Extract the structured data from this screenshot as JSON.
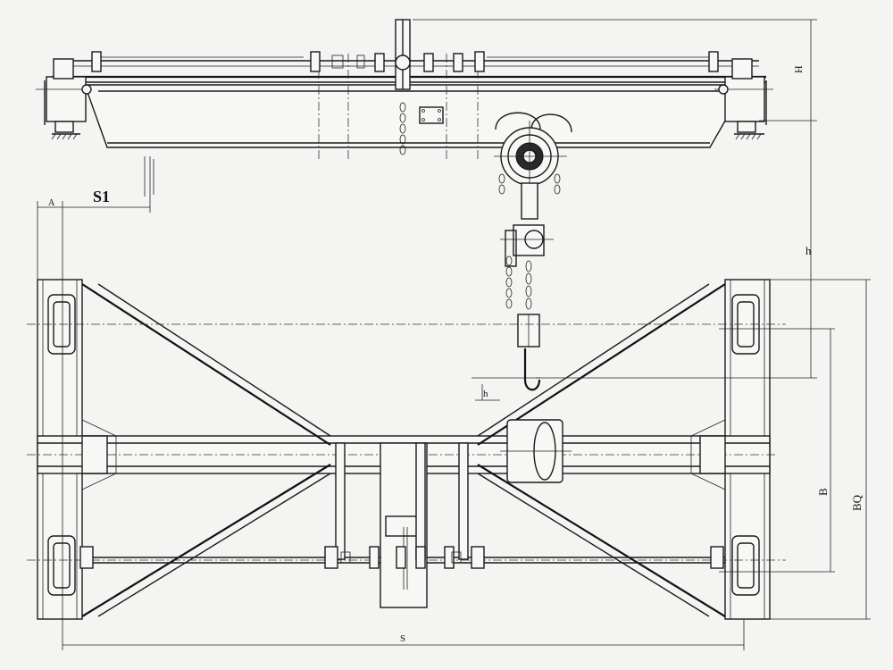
{
  "labels": {
    "s1": "S1",
    "a": "A",
    "h_upper": "H",
    "h_lower": "h",
    "h1": "h",
    "b": "B",
    "bq": "BQ",
    "s": "S"
  },
  "colors": {
    "background": "#f4f4f2",
    "line": "#1a1a1a"
  }
}
